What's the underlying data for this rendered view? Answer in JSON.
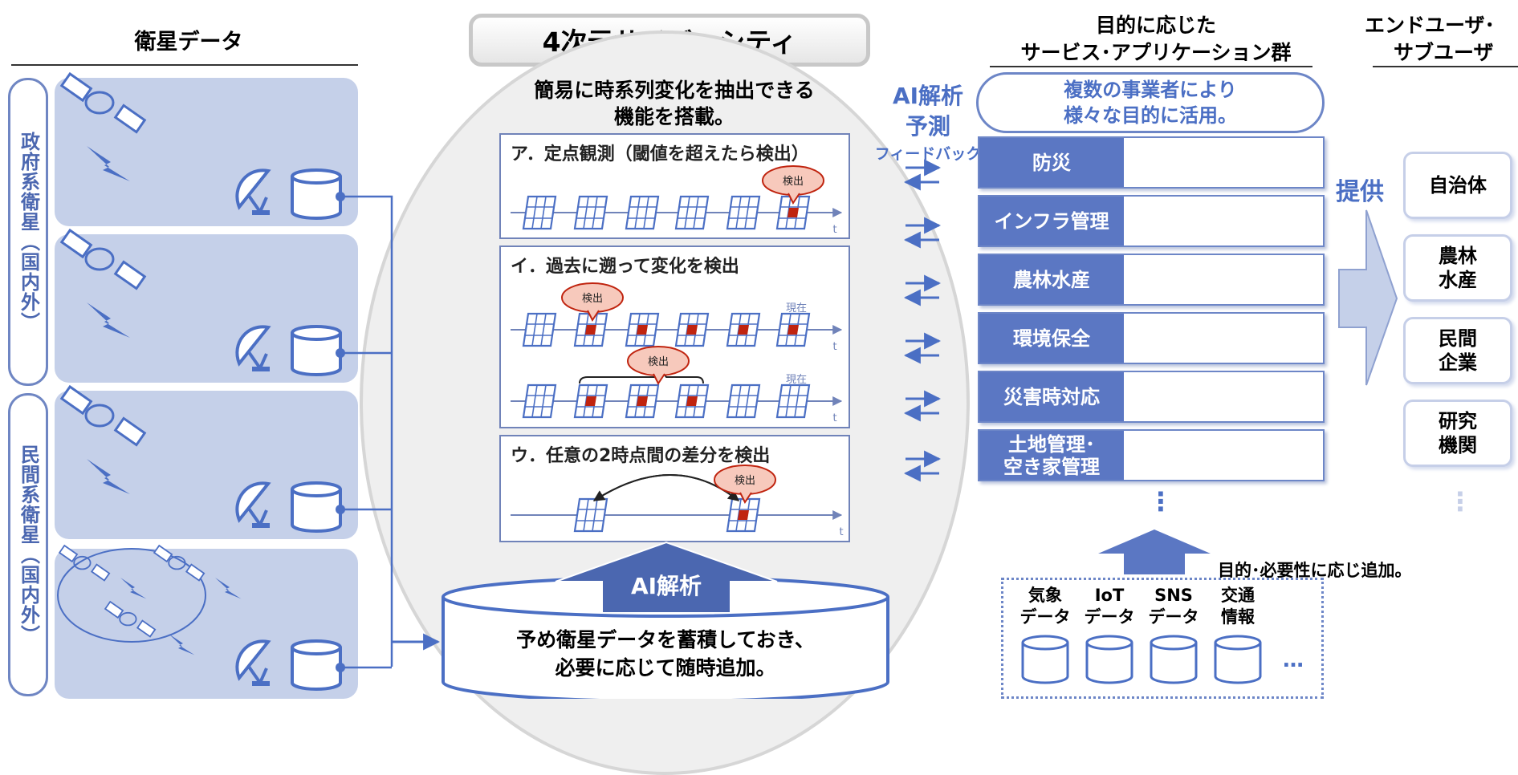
{
  "headers": {
    "satellite_data": "衛星データ",
    "cyber_city": "4次元サイバーシティ",
    "services_line1": "目的に応じた",
    "services_line2": "サービス･アプリケーション群",
    "end_users_line1": "エンドユーザ･",
    "end_users_line2": "サブユーザ"
  },
  "left": {
    "gov_label": "政府系衛星（国内外）",
    "private_label": "民間系衛星（国内外）"
  },
  "center": {
    "title_line1": "簡易に時系列変化を抽出できる",
    "title_line2": "機能を搭載。",
    "panel_a_title": "ア．定点観測（閾値を超えたら検出）",
    "panel_b_title": "イ．過去に遡って変化を検出",
    "panel_c_title": "ウ．任意の2時点間の差分を検出",
    "detect": "検出",
    "now": "現在",
    "t": "t",
    "ai_analysis": "AI解析",
    "storage_line1": "予め衛星データを蓄積しておき、",
    "storage_line2": "必要に応じて随時追加。"
  },
  "ai_side": {
    "line1": "AI解析",
    "line2": "予測",
    "line3": "フィードバック"
  },
  "services": {
    "pill_line1": "複数の事業者により",
    "pill_line2": "様々な目的に活用。",
    "items": [
      "防災",
      "インフラ管理",
      "農林水産",
      "環境保全",
      "災害時対応",
      "土地管理･\n空き家管理"
    ],
    "ellipsis": "⋮",
    "add_note": "目的･必要性に応じ追加。"
  },
  "sources": {
    "items": [
      {
        "line1": "気象",
        "line2": "データ"
      },
      {
        "line1": "IoT",
        "line2": "データ"
      },
      {
        "line1": "SNS",
        "line2": "データ"
      },
      {
        "line1": "交通",
        "line2": "情報"
      }
    ],
    "more": "…"
  },
  "provide": "提供",
  "users": {
    "items": [
      "自治体",
      "農林\n水産",
      "民間\n企業",
      "研究\n機関"
    ],
    "ellipsis": "⋮"
  },
  "colors": {
    "accent": "#4b6fc4",
    "service_fill": "#5b77c3",
    "panel_bg": "#c5d0e9",
    "detect_red": "#c0240f"
  }
}
